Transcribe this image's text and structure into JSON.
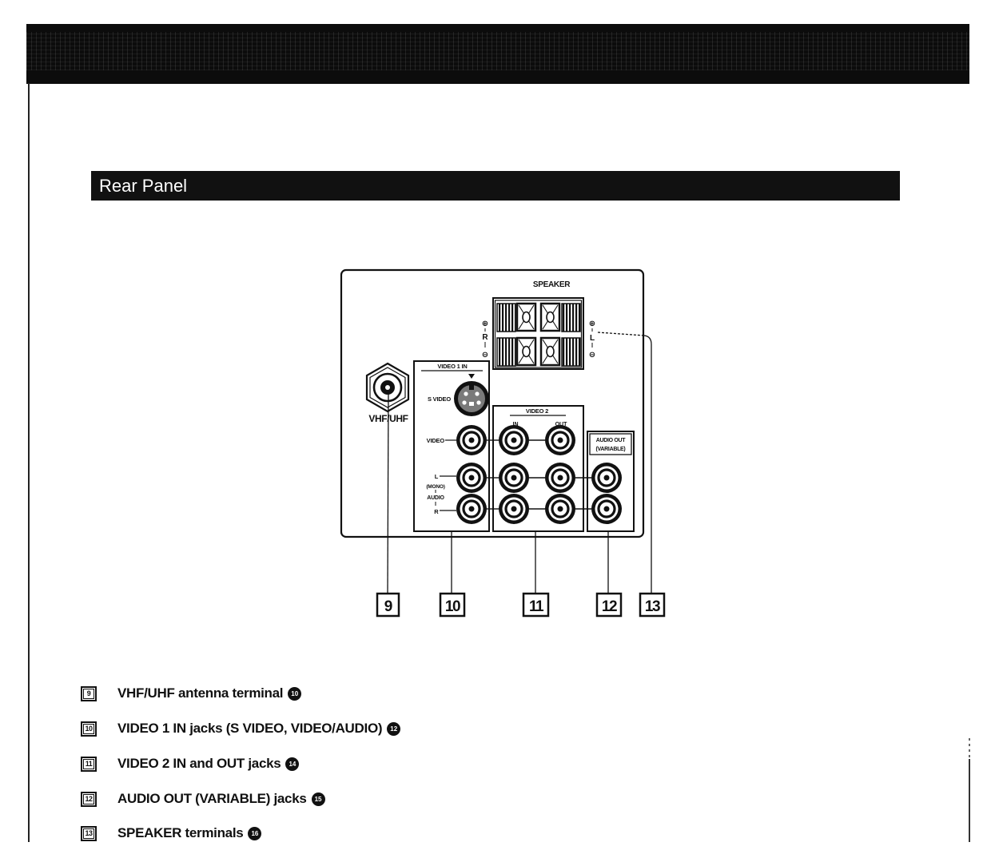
{
  "header": {
    "title": "Rear Panel"
  },
  "panel": {
    "speaker": {
      "title": "SPEAKER",
      "plus": "⊕",
      "minus": "⊖",
      "right": "R",
      "left": "L"
    },
    "antenna": {
      "label": "VHF/UHF"
    },
    "video1_in": {
      "title": "VIDEO 1 IN",
      "s_video": "S VIDEO",
      "video": "VIDEO",
      "left": "L",
      "mono": "(MONO)",
      "audio": "AUDIO",
      "right": "R"
    },
    "video2": {
      "title": "VIDEO 2",
      "in": "IN",
      "out": "OUT"
    },
    "audio_out": {
      "title": "AUDIO OUT",
      "subtitle": "(VARIABLE)"
    },
    "callouts": [
      "9",
      "10",
      "11",
      "12",
      "13"
    ]
  },
  "legend": [
    {
      "number": "9",
      "label": "VHF/UHF antenna terminal",
      "page": "10"
    },
    {
      "number": "10",
      "label": "VIDEO 1 IN jacks (S VIDEO, VIDEO/AUDIO)",
      "page": "12"
    },
    {
      "number": "11",
      "label": "VIDEO 2 IN and OUT jacks",
      "page": "14"
    },
    {
      "number": "12",
      "label": "AUDIO OUT (VARIABLE) jacks",
      "page": "15"
    },
    {
      "number": "13",
      "label": "SPEAKER terminals",
      "page": "16"
    }
  ]
}
